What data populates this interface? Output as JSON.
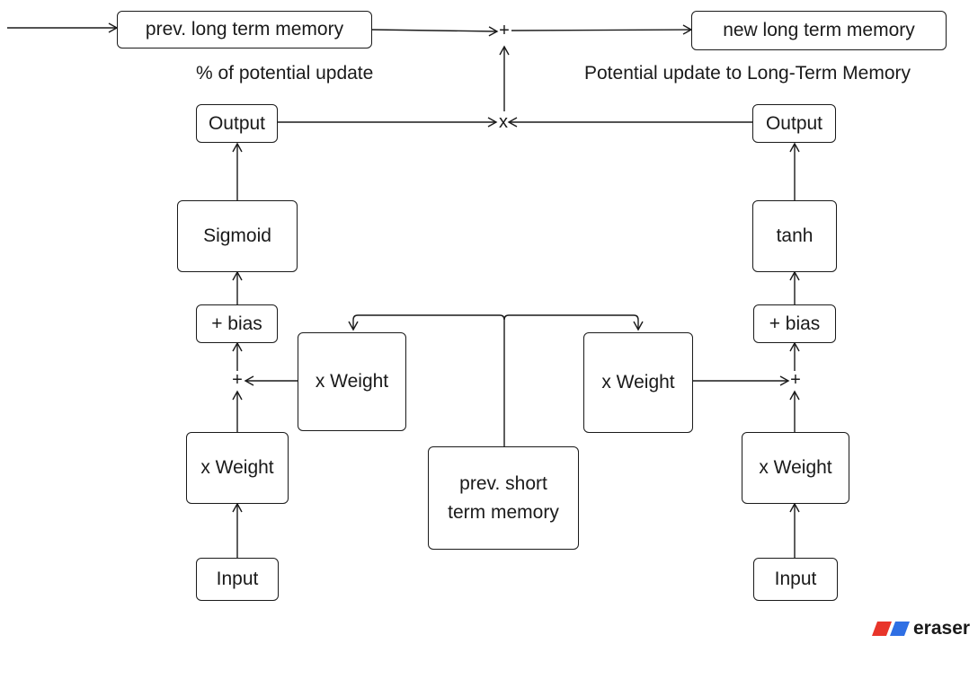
{
  "diagram": {
    "nodes": {
      "prev_ltm": "prev. long term memory",
      "new_ltm": "new long term memory",
      "output_left": "Output",
      "output_right": "Output",
      "sigmoid": "Sigmoid",
      "tanh": "tanh",
      "bias_left": "+ bias",
      "bias_right": "+ bias",
      "weight_mid_left": "x Weight",
      "weight_mid_right": "x Weight",
      "weight_bottom_left": "x Weight",
      "weight_bottom_right": "x Weight",
      "prev_stm": "prev. short\nterm memory",
      "input_left": "Input",
      "input_right": "Input"
    },
    "labels": {
      "left_caption": "% of potential update",
      "right_caption": "Potential update to Long-Term Memory"
    },
    "operators": {
      "top_plus": "+",
      "multiply": "x",
      "left_plus": "+",
      "right_plus": "+"
    }
  },
  "brand": {
    "name": "eraser",
    "colors": {
      "red": "#e8352a",
      "blue": "#2f6fe4"
    }
  }
}
